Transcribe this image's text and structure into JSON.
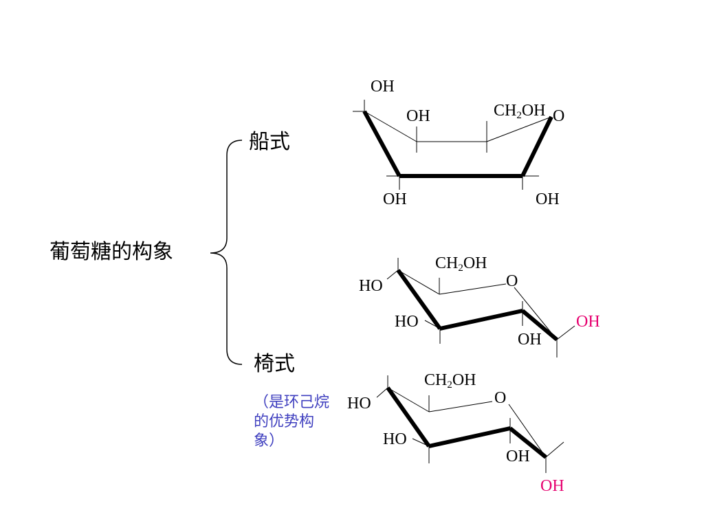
{
  "title": "葡萄糖的构象",
  "boat": {
    "label": "船式",
    "atoms": {
      "oh_top": "OH",
      "oh_mid": "OH",
      "ch2oh": {
        "base": "CH",
        "sub": "2",
        "tail": "OH"
      },
      "ring_o": "O",
      "oh_bottom_left": "OH",
      "oh_bottom_right": "OH"
    }
  },
  "chair": {
    "label": "椅式",
    "note": "（是环己烷的优势构象）",
    "forms": [
      {
        "ch2oh": {
          "base": "CH",
          "sub": "2",
          "tail": "OH"
        },
        "ring_o": "O",
        "ho_top": "HO",
        "ho_mid": "HO",
        "oh_lower": "OH",
        "oh_anomeric": "OH"
      },
      {
        "ch2oh": {
          "base": "CH",
          "sub": "2",
          "tail": "OH"
        },
        "ring_o": "O",
        "ho_top": "HO",
        "ho_mid": "HO",
        "oh_lower": "OH",
        "oh_anomeric": "OH"
      }
    ]
  },
  "colors": {
    "text": "#000000",
    "note": "#3f3fbf",
    "anomeric_oh": "#e6006f",
    "bond": "#000000"
  }
}
